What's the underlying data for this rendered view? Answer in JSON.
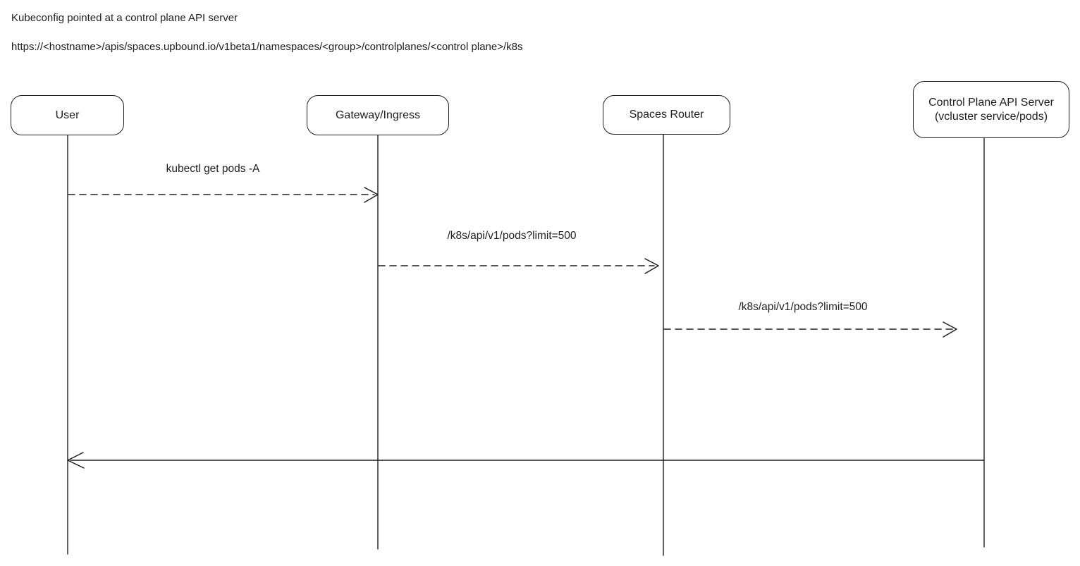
{
  "header": {
    "line1": "Kubeconfig pointed at a control plane API server",
    "line2": "https://<hostname>/apis/spaces.upbound.io/v1beta1/namespaces/<group>/controlplanes/<control plane>/k8s"
  },
  "colors": {
    "stroke": "#1e1e1e",
    "text": "#1e1e1e",
    "background": "#ffffff"
  },
  "diagram": {
    "type": "sequence-diagram",
    "actors": [
      {
        "id": "user",
        "label": "User"
      },
      {
        "id": "gateway-ingress",
        "label": "Gateway/Ingress"
      },
      {
        "id": "spaces-router",
        "label": "Spaces Router"
      },
      {
        "id": "control-plane-api-server",
        "label_line1": "Control Plane API Server",
        "label_line2": "(vcluster service/pods)"
      }
    ],
    "messages": [
      {
        "from": "User",
        "to": "Gateway/Ingress",
        "label": "kubectl get pods -A",
        "line_style": "dashed",
        "direction": "right"
      },
      {
        "from": "Gateway/Ingress",
        "to": "Spaces Router",
        "label": "/k8s/api/v1/pods?limit=500",
        "line_style": "dashed",
        "direction": "right"
      },
      {
        "from": "Spaces Router",
        "to": "Control Plane API Server",
        "label": "/k8s/api/v1/pods?limit=500",
        "line_style": "dashed",
        "direction": "right"
      },
      {
        "from": "Control Plane API Server",
        "to": "User",
        "label": "",
        "line_style": "solid",
        "direction": "left"
      }
    ]
  }
}
